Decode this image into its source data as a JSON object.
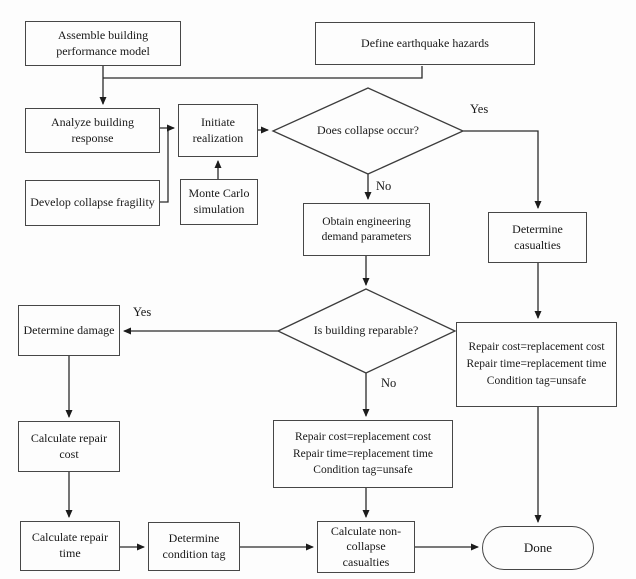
{
  "nodes": {
    "assemble": {
      "label": "Assemble building performance model"
    },
    "define_hazards": {
      "label": "Define earthquake hazards"
    },
    "analyze_response": {
      "label": "Analyze building response"
    },
    "initiate_realization": {
      "label": "Initiate realization"
    },
    "develop_fragility": {
      "label": "Develop collapse fragility"
    },
    "monte_carlo": {
      "label": "Monte Carlo simulation"
    },
    "collapse_decision": {
      "label": "Does collapse occur?"
    },
    "obtain_edp": {
      "label": "Obtain engineering demand parameters"
    },
    "determine_casualties": {
      "label": "Determine casualties"
    },
    "collapse_consequences": {
      "lines": [
        "Repair cost=replacement cost",
        "Repair time=replacement time",
        "Condition tag=unsafe"
      ]
    },
    "reparable_decision": {
      "label": "Is building reparable?"
    },
    "determine_damage": {
      "label": "Determine damage"
    },
    "calc_repair_cost": {
      "label": "Calculate repair cost"
    },
    "irreparable_consequences": {
      "lines": [
        "Repair cost=replacement cost",
        "Repair time=replacement time",
        "Condition tag=unsafe"
      ]
    },
    "calc_repair_time": {
      "label": "Calculate repair time"
    },
    "determine_condition_tag": {
      "label": "Determine condition tag"
    },
    "calc_noncollapse_casualties": {
      "label": "Calculate non-collapse casualties"
    },
    "done": {
      "label": "Done"
    }
  },
  "edge_labels": {
    "collapse_yes": "Yes",
    "collapse_no": "No",
    "reparable_yes": "Yes",
    "reparable_no": "No"
  },
  "colors": {
    "line": "#2b2b2b",
    "box_border": "#474747",
    "background": "#fdfdfd",
    "text": "#181818"
  }
}
